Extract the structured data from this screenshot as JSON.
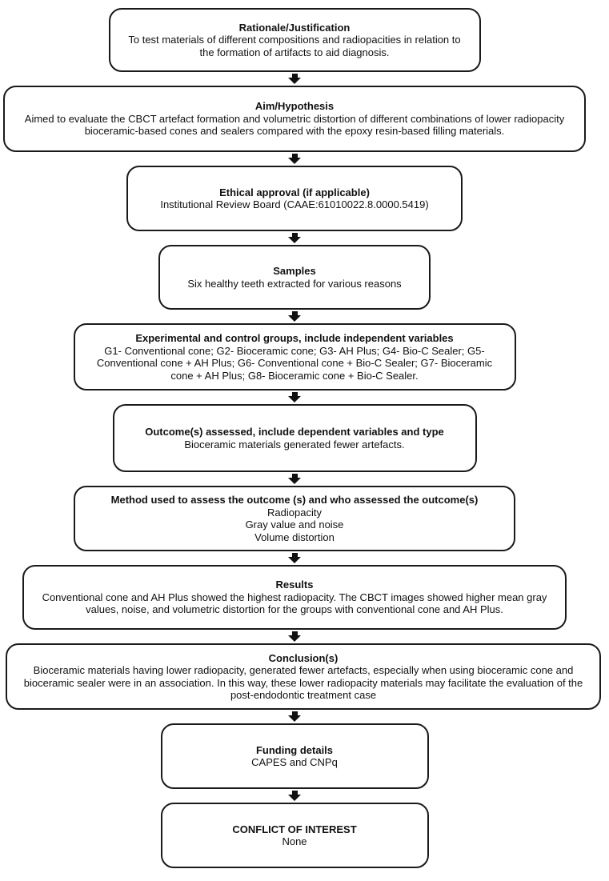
{
  "colors": {
    "line": "#1a1a1a",
    "background": "#ffffff",
    "text": "#111111"
  },
  "flowchart": {
    "boxes": [
      {
        "id": "rationale",
        "title": "Rationale/Justification",
        "body": "To test materials of different compositions and radiopacities in relation to the formation of artifacts to aid diagnosis."
      },
      {
        "id": "aim",
        "title": "Aim/Hypothesis",
        "body": "Aimed to evaluate the CBCT artefact formation and volumetric distortion of different combinations of lower radiopacity bioceramic-based cones and sealers compared with the epoxy resin-based filling materials."
      },
      {
        "id": "ethical-approval",
        "title": "Ethical approval (if applicable)",
        "body": "Institutional Review Board (CAAE:61010022.8.0000.5419)"
      },
      {
        "id": "samples",
        "title": "Samples",
        "body": "Six healthy teeth extracted for various reasons"
      },
      {
        "id": "groups",
        "title": "Experimental and control groups, include independent variables",
        "body": "G1- Conventional cone; G2- Bioceramic cone; G3- AH Plus; G4- Bio-C Sealer; G5- Conventional cone + AH Plus; G6- Conventional cone + Bio-C Sealer; G7- Bioceramic cone + AH Plus; G8- Bioceramic cone + Bio-C Sealer."
      },
      {
        "id": "outcomes",
        "title": "Outcome(s) assessed, include dependent variables and type",
        "body": "Bioceramic materials generated fewer artefacts."
      },
      {
        "id": "method",
        "title": "Method used to assess the outcome (s) and who assessed the outcome(s)",
        "body": "Radiopacity\nGray value and noise\nVolume distortion"
      },
      {
        "id": "results",
        "title": "Results",
        "body": "Conventional cone and AH Plus showed the highest radiopacity. The CBCT images showed higher mean gray values, noise, and volumetric distortion for the groups with conventional cone and AH Plus."
      },
      {
        "id": "conclusions",
        "title": "Conclusion(s)",
        "body": "Bioceramic materials having lower radiopacity, generated fewer artefacts, especially when using bioceramic cone and bioceramic sealer were in an association. In this way, these lower radiopacity materials may facilitate the evaluation of the post-endodontic treatment case"
      },
      {
        "id": "funding",
        "title": "Funding details",
        "body": "CAPES and CNPq"
      },
      {
        "id": "conflict-of-interest",
        "title": "CONFLICT OF INTEREST",
        "body": "None"
      }
    ]
  }
}
